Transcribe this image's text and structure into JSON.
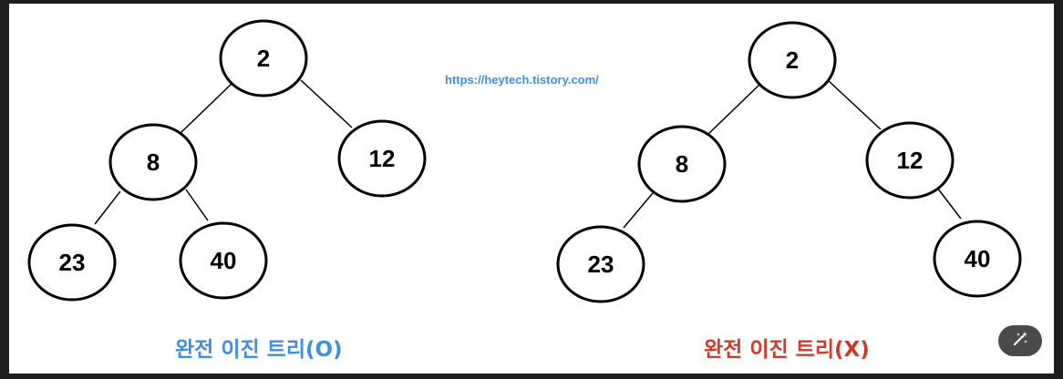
{
  "watermark_url": "https://heytech.tistory.com/",
  "trees": [
    {
      "caption": "완전 이진 트리(O)",
      "caption_color": "#3f8fe0",
      "nodes": {
        "root": "2",
        "left": "8",
        "right": "12",
        "left_left": "23",
        "left_right": "40"
      }
    },
    {
      "caption": "완전 이진 트리(X)",
      "caption_color": "#d03a2a",
      "nodes": {
        "root": "2",
        "left": "8",
        "right": "12",
        "left_left": "23",
        "right_right": "40"
      }
    }
  ],
  "toolbar": {
    "magic_button_icon": "magic-wand-icon"
  }
}
